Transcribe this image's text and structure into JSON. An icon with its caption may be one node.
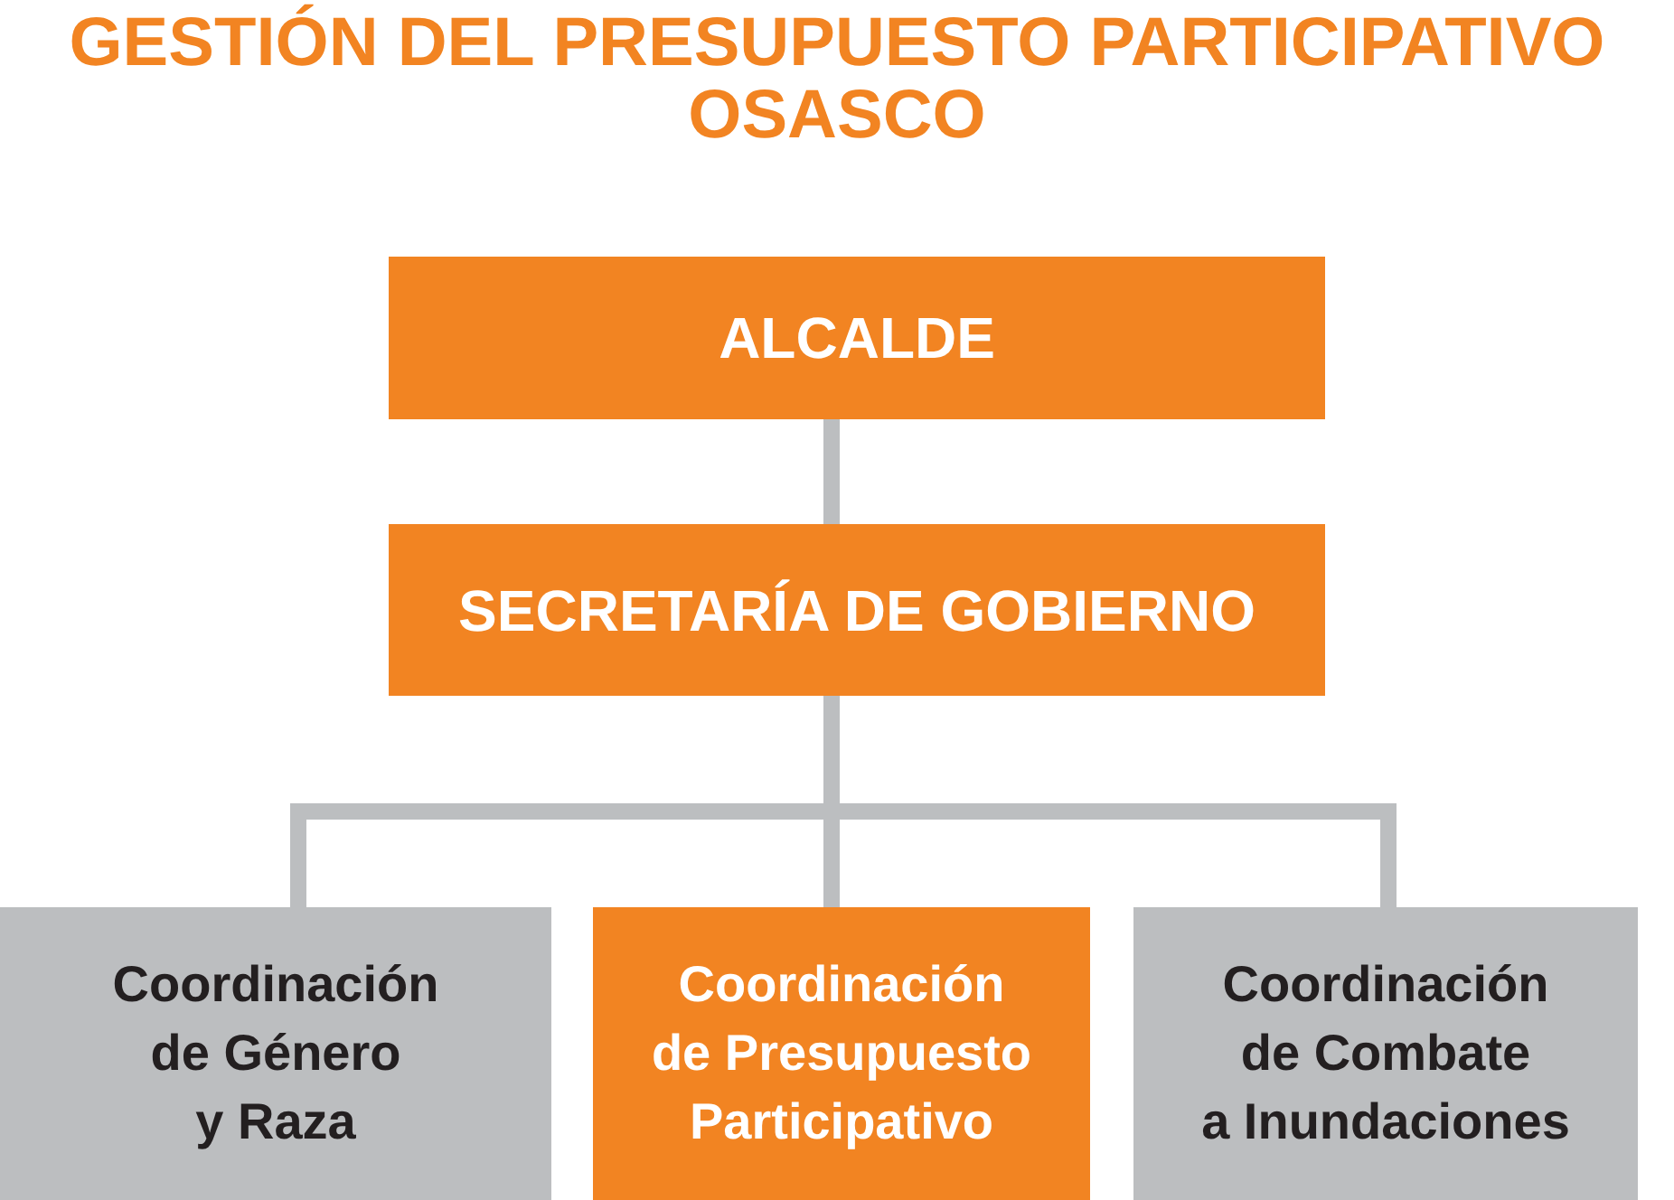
{
  "diagram": {
    "title": "GESTIÓN DEL PRESUPUESTO PARTICIPATIVO OSASCO",
    "nodes": [
      {
        "text": [
          "ALCALDE"
        ]
      },
      {
        "text": [
          "SECRETARÍA DE GOBIERNO"
        ]
      },
      {
        "text": [
          "Coordinación de Género y Raza"
        ]
      },
      {
        "text": [
          "Coordinación de Presupuesto Participativo"
        ]
      },
      {
        "text": [
          "Coordinación de Combate a Inundaciones"
        ]
      }
    ],
    "edges": [
      {
        "from": 0,
        "to": 1,
        "arrow": "none"
      },
      {
        "from": 1,
        "to": 2,
        "arrow": "none"
      },
      {
        "from": 1,
        "to": 3,
        "arrow": "none"
      },
      {
        "from": 1,
        "to": 4,
        "arrow": "none"
      }
    ]
  }
}
